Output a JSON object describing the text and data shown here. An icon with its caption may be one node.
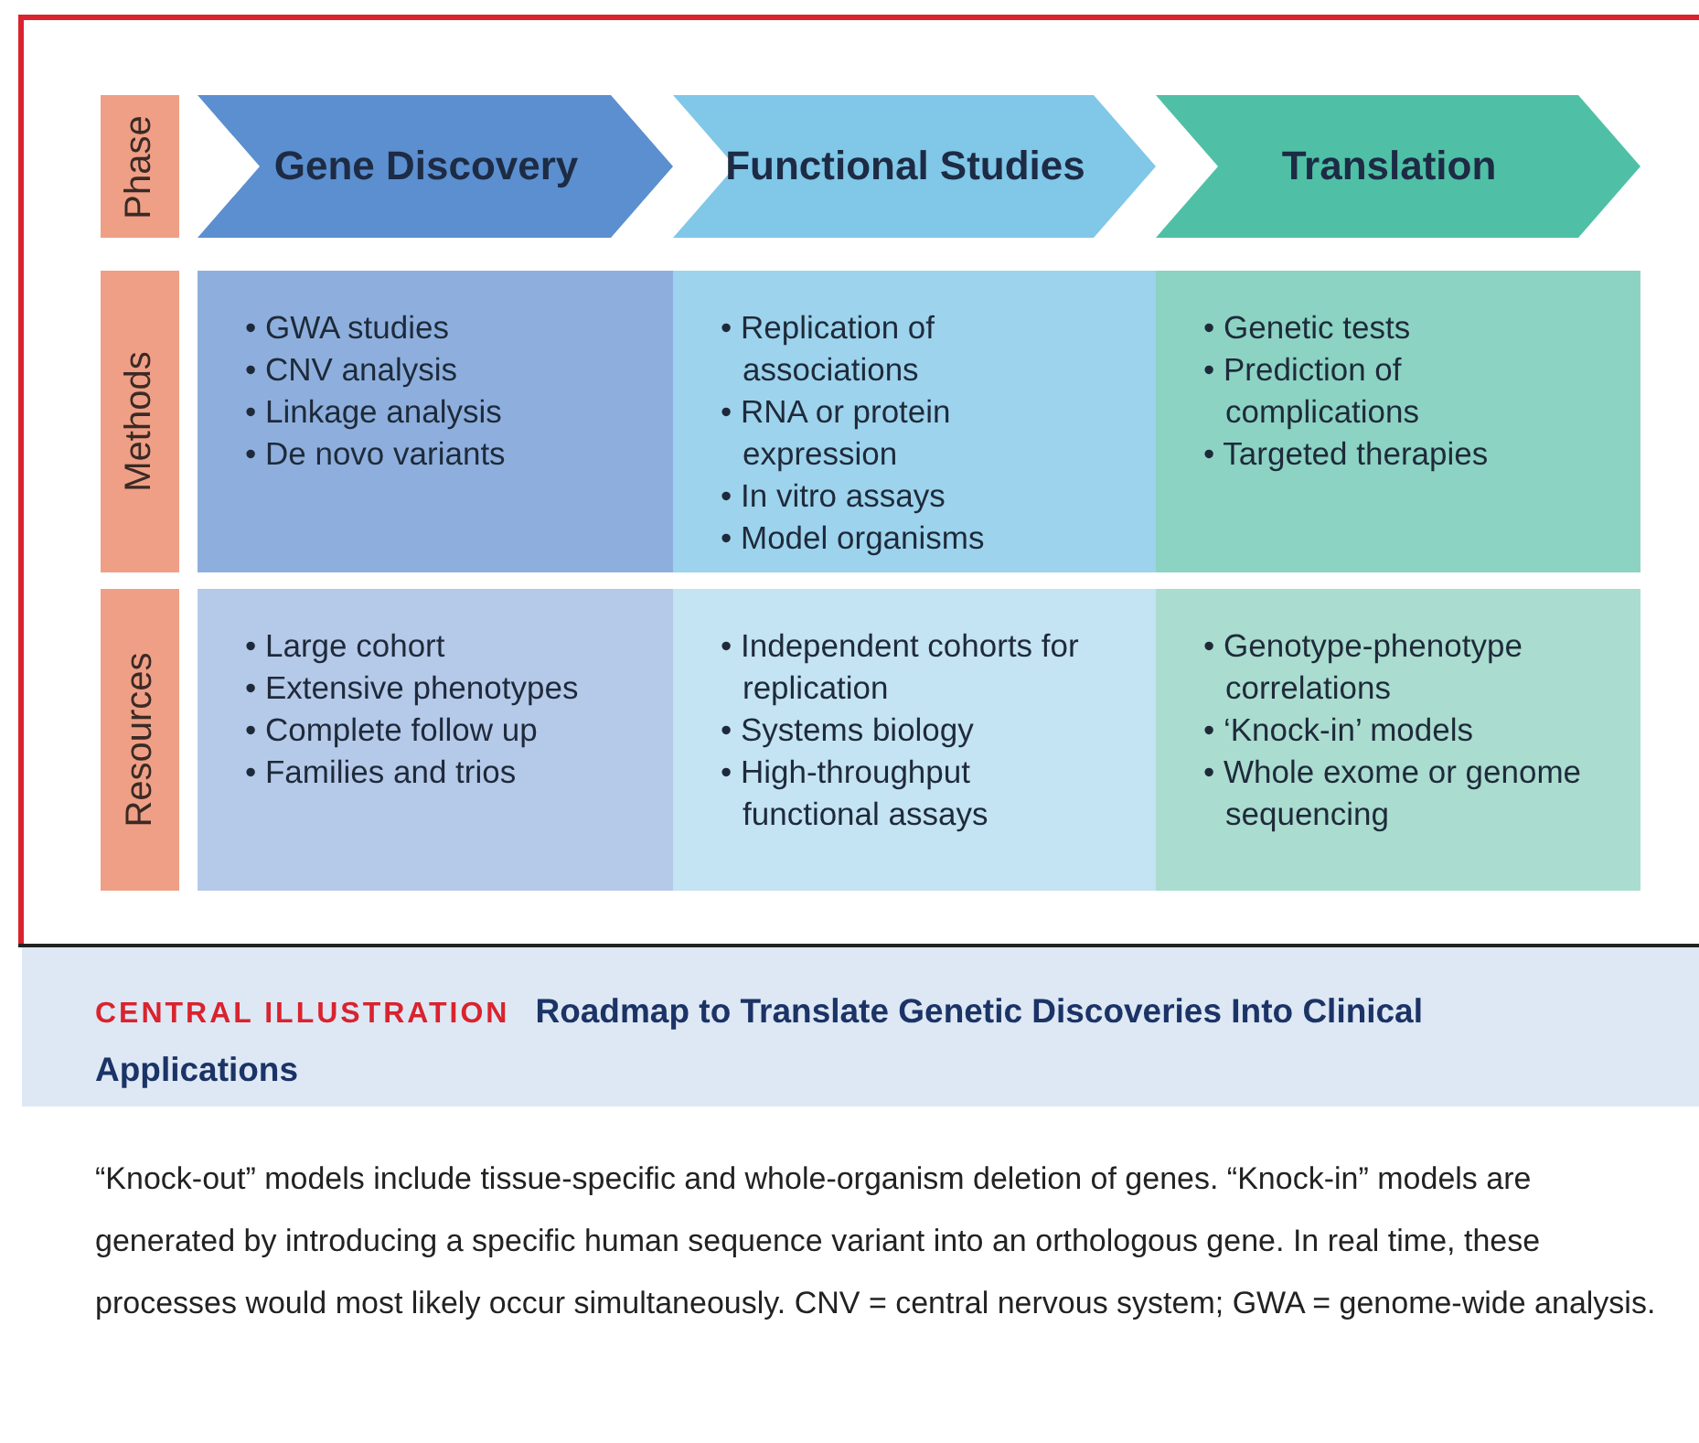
{
  "diagram": {
    "title": "Roadmap to Translate Genetic Discoveries Into Clinical Applications",
    "caption": "“Knock-out” models include tissue-specific and whole-organism deletion of genes. “Knock-in” models are generated by introducing a specific human sequence variant into an orthologous gene. In real time, these processes would most likely occur simultaneously. CNV = central nervous system; GWA = genome-wide analysis.",
    "nodes": [
      {
        "text": [
          "Phase"
        ]
      },
      {
        "text": [
          "Gene Discovery"
        ]
      },
      {
        "text": [
          "Functional Studies"
        ]
      },
      {
        "text": [
          "Translation"
        ]
      },
      {
        "text": [
          "Methods"
        ]
      },
      {
        "text": [
          "• GWA studies",
          "• CNV analysis",
          "• Linkage analysis",
          "• De novo variants"
        ]
      },
      {
        "text": [
          "• Replication of associations",
          "• RNA or protein expression",
          "• In vitro assays",
          "• Model organisms"
        ]
      },
      {
        "text": [
          "• Genetic tests",
          "• Prediction of complications",
          "• Targeted therapies"
        ]
      },
      {
        "text": [
          "Resources"
        ]
      },
      {
        "text": [
          "• Large cohort",
          "• Extensive phenotypes",
          "• Complete follow up",
          "• Families and trios"
        ]
      },
      {
        "text": [
          "• Independent cohorts for replication",
          "• Systems biology",
          "• High-throughput functional assays"
        ]
      },
      {
        "text": [
          "• Genotype-phenotype correlations",
          "• ‘Knock-in’ models",
          "• Whole exome or genome sequencing"
        ]
      }
    ],
    "edges": [],
    "labels": [
      "CENTRAL ILLUSTRATION"
    ]
  }
}
